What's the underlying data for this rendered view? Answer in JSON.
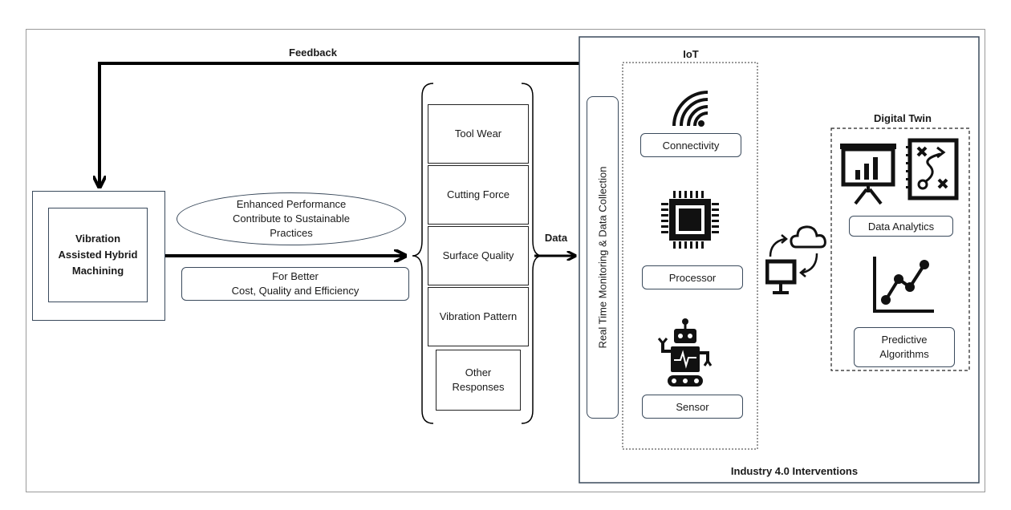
{
  "feedback_label": "Feedback",
  "machining_box": {
    "label": "Vibration Assisted Hybrid Machining"
  },
  "ellipse_text": "Enhanced Performance Contribute to Sustainable Practices",
  "better_box": {
    "line1": "For Better",
    "line2": "Cost, Quality and Efficiency"
  },
  "responses": [
    "Tool Wear",
    "Cutting Force",
    "Surface Quality",
    "Vibration Pattern",
    "Other Responses"
  ],
  "data_label": "Data",
  "monitoring_label": "Real Time Monitoring & Data Collection",
  "iot": {
    "title": "IoT",
    "items": [
      {
        "label": "Connectivity",
        "icon": "wifi-icon"
      },
      {
        "label": "Processor",
        "icon": "chip-icon"
      },
      {
        "label": "Sensor",
        "icon": "robot-icon"
      }
    ]
  },
  "cloud_icon": "cloud-computer-sync-icon",
  "digital_twin": {
    "title": "Digital Twin",
    "items": [
      {
        "label": "Data Analytics",
        "icons": [
          "presentation-chart-icon",
          "strategy-board-icon"
        ]
      },
      {
        "label": "Predictive Algorithms",
        "icon": "line-graph-icon"
      }
    ]
  },
  "industry_label": "Industry 4.0 Interventions"
}
